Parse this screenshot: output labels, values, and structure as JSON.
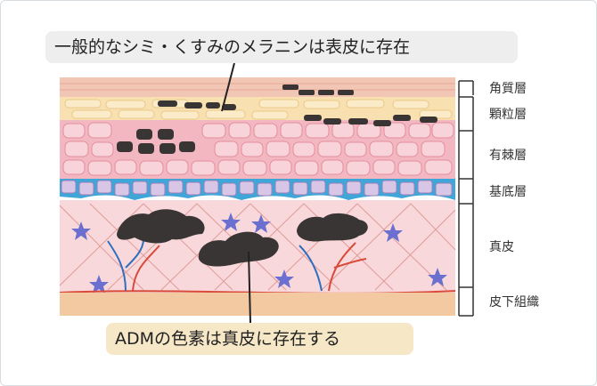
{
  "top_callout": "一般的なシミ・くすみのメラニンは表皮に存在",
  "bottom_callout": "ADMの色素は真皮に存在する",
  "layers": [
    {
      "label": "角質層"
    },
    {
      "label": "顆粒層"
    },
    {
      "label": "有棘層"
    },
    {
      "label": "基底層"
    },
    {
      "label": "真皮"
    },
    {
      "label": "皮下組織"
    }
  ],
  "colors": {
    "stratum_corneum": "#f1c6b4",
    "granular": "#f8e0b0",
    "spinous": "#f2b7c1",
    "basal_cells": "#d8c6e6",
    "basal_line": "#3ea6d8",
    "dermis": "#f8d8da",
    "subcutis": "#f3c9a2",
    "melanin": "#3a3535",
    "bracket": "#333333"
  }
}
